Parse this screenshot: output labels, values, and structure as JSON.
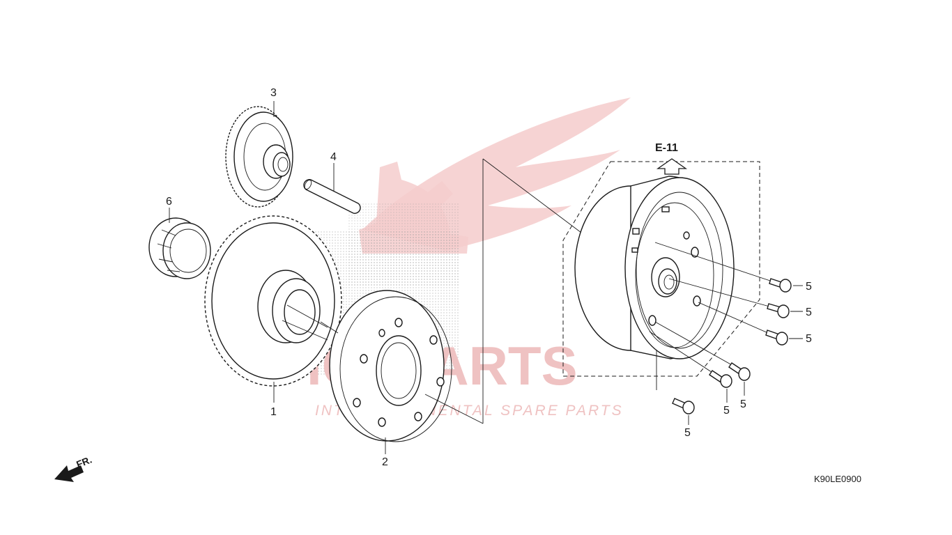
{
  "diagram": {
    "reference": "E-11",
    "part_code": "K90LE0900",
    "direction_label": "FR.",
    "watermark": {
      "brand": "ICSPARTS",
      "tagline": "INTERCONTINENTAL SPARE PARTS"
    },
    "callouts": {
      "c1": "1",
      "c2": "2",
      "c3": "3",
      "c4": "4",
      "c6": "6",
      "c5a": "5",
      "c5b": "5",
      "c5c": "5",
      "c5d": "5",
      "c5e": "5",
      "c5f": "5"
    },
    "colors": {
      "line": "#1a1a1a",
      "watermark": "#efc2c2"
    }
  }
}
